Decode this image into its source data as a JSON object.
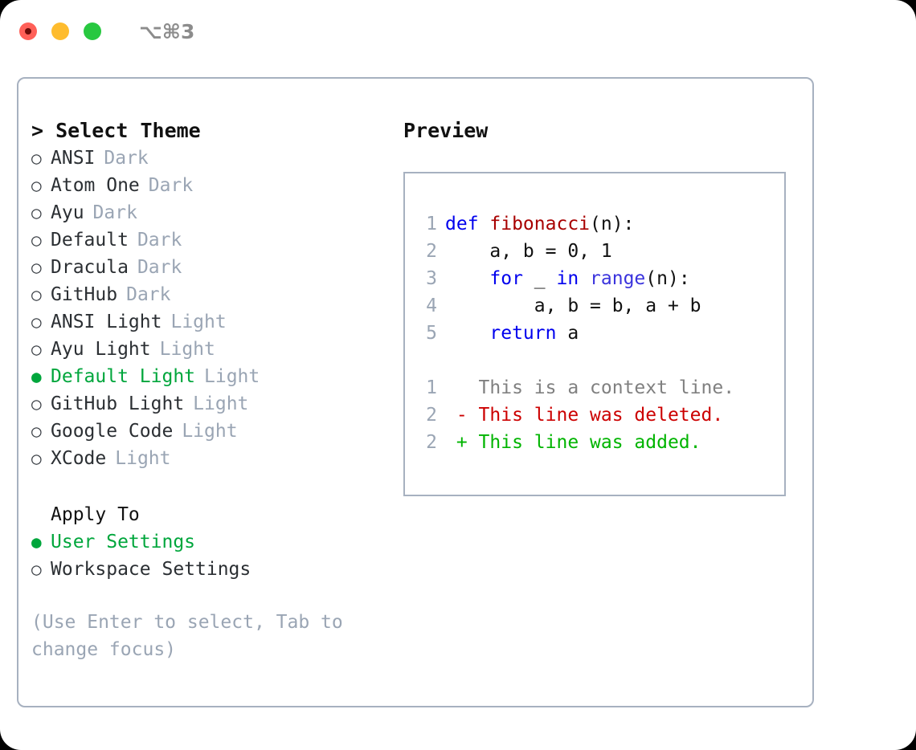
{
  "titlebar": {
    "dots": [
      {
        "name": "close",
        "color": "#ff6058"
      },
      {
        "name": "minimize",
        "color": "#febc2e"
      },
      {
        "name": "zoom",
        "color": "#28c840"
      }
    ],
    "shortcut": "⌥⌘3"
  },
  "theme_picker": {
    "header": "> Select Theme",
    "selected_theme": "Default Light",
    "marker_unselected": "○",
    "marker_selected": "●",
    "items": [
      {
        "name": "ANSI",
        "kind": "Dark",
        "selected": false
      },
      {
        "name": "Atom One",
        "kind": "Dark",
        "selected": false
      },
      {
        "name": "Ayu",
        "kind": "Dark",
        "selected": false
      },
      {
        "name": "Default",
        "kind": "Dark",
        "selected": false
      },
      {
        "name": "Dracula",
        "kind": "Dark",
        "selected": false
      },
      {
        "name": "GitHub",
        "kind": "Dark",
        "selected": false
      },
      {
        "name": "ANSI Light",
        "kind": "Light",
        "selected": false
      },
      {
        "name": "Ayu Light",
        "kind": "Light",
        "selected": false
      },
      {
        "name": "Default Light",
        "kind": "Light",
        "selected": true
      },
      {
        "name": "GitHub Light",
        "kind": "Light",
        "selected": false
      },
      {
        "name": "Google Code",
        "kind": "Light",
        "selected": false
      },
      {
        "name": "XCode",
        "kind": "Light",
        "selected": false
      }
    ]
  },
  "apply_to": {
    "header": "Apply To",
    "items": [
      {
        "name": "User Settings",
        "selected": true
      },
      {
        "name": "Workspace Settings",
        "selected": false
      }
    ]
  },
  "hint": "(Use Enter to select, Tab to change focus)",
  "preview": {
    "title": "Preview",
    "code_lines": [
      {
        "num": "1",
        "tokens": [
          {
            "t": "def ",
            "c": "kw"
          },
          {
            "t": "fibonacci",
            "c": "fn"
          },
          {
            "t": "(n):",
            "c": "pl"
          }
        ]
      },
      {
        "num": "2",
        "tokens": [
          {
            "t": "    a, b = 0, 1",
            "c": "pl"
          }
        ]
      },
      {
        "num": "3",
        "tokens": [
          {
            "t": "    ",
            "c": "pl"
          },
          {
            "t": "for",
            "c": "kw"
          },
          {
            "t": " _ ",
            "c": "pl"
          },
          {
            "t": "in",
            "c": "kw"
          },
          {
            "t": " ",
            "c": "pl"
          },
          {
            "t": "range",
            "c": "bi"
          },
          {
            "t": "(n):",
            "c": "pl"
          }
        ]
      },
      {
        "num": "4",
        "tokens": [
          {
            "t": "        a, b = b, a + b",
            "c": "pl"
          }
        ]
      },
      {
        "num": "5",
        "tokens": [
          {
            "t": "    ",
            "c": "pl"
          },
          {
            "t": "return",
            "c": "kw"
          },
          {
            "t": " a",
            "c": "pl"
          }
        ]
      }
    ],
    "diff_lines": [
      {
        "num": "1",
        "marker": " ",
        "text": " This is a context line.",
        "kind": "context"
      },
      {
        "num": "2",
        "marker": "-",
        "text": " This line was deleted.",
        "kind": "deleted"
      },
      {
        "num": "2",
        "marker": "+",
        "text": " This line was added.",
        "kind": "added"
      }
    ]
  },
  "colors": {
    "accent_green": "#00a63c",
    "muted": "#9aa5b4",
    "border": "#a7b1c0",
    "keyword": "#0000ee",
    "function": "#a80000",
    "builtin": "#3a33dd",
    "diff_added": "#00b400",
    "diff_deleted": "#cc0000",
    "diff_context": "#808080"
  }
}
